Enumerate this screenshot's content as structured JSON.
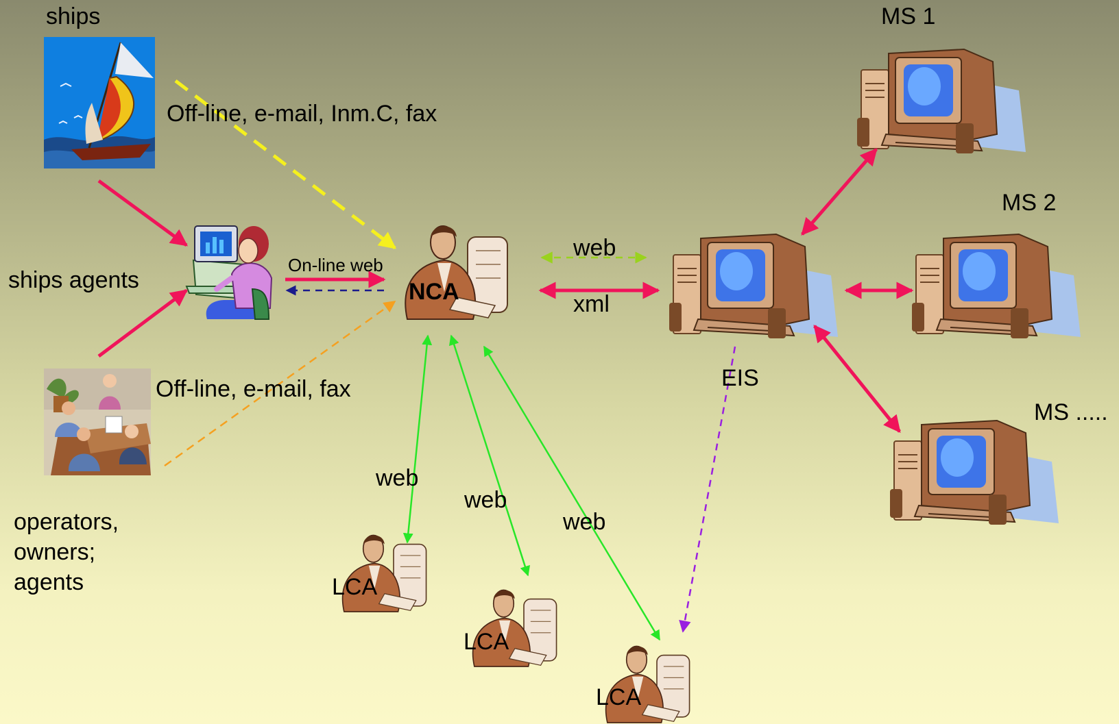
{
  "labels": {
    "ships": "ships",
    "ships_agents": "ships agents",
    "operators": [
      "operators,",
      "owners;",
      "agents"
    ],
    "off_line_ships": "Off-line, e-mail, Inm.C, fax",
    "off_line_operators": "Off-line, e-mail, fax",
    "on_line_web": "On-line web",
    "nca": "NCA",
    "web_nca_eis": "web",
    "xml": "xml",
    "eis": "EIS",
    "ms1": "MS 1",
    "ms2": "MS 2",
    "ms_more": "MS .....",
    "lca1": "LCA",
    "lca2": "LCA",
    "lca3": "LCA",
    "web_lca1": "web",
    "web_lca2": "web",
    "web_lca3": "web"
  },
  "icons": {
    "ships": "sailboat-clipart",
    "ships_agents": "woman-at-computer-clipart",
    "operators": "business-meeting-clipart",
    "nca": "man-at-computer-clipart",
    "eis": "desktop-computer-icon",
    "ms": "desktop-computer-icon",
    "lca": "man-at-computer-clipart"
  },
  "colors": {
    "main_flow": "#f0145a",
    "offline_ships": "#f5f01e",
    "offline_operators": "#f5a020",
    "return_flow": "#1a1a8c",
    "web_light": "#9ad21e",
    "lca_web": "#28e628",
    "eis_lca": "#9a20e0"
  }
}
